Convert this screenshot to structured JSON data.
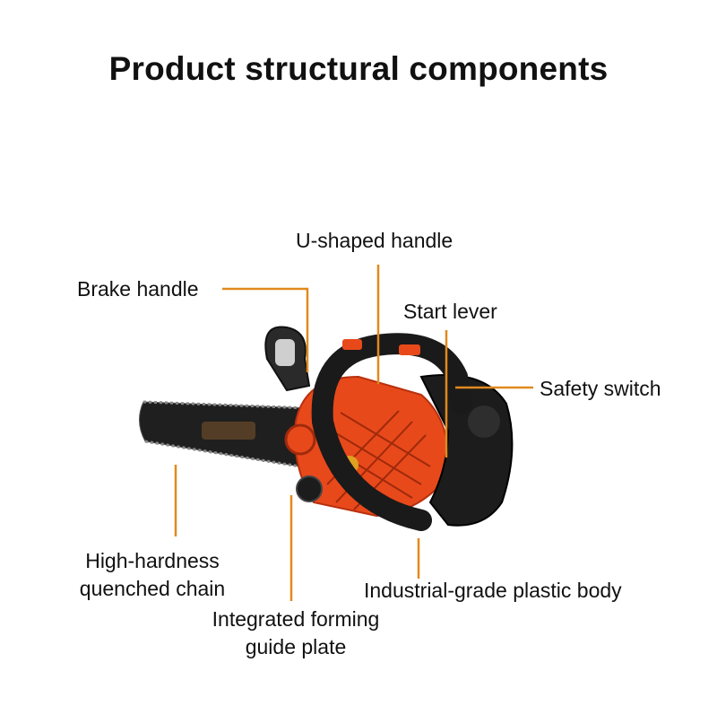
{
  "title": "Product structural components",
  "accent_color": "#e08a1e",
  "body_color": "#e8491b",
  "labels": {
    "u_shaped_handle": "U-shaped handle",
    "brake_handle": "Brake handle",
    "start_lever": "Start lever",
    "safety_switch": "Safety switch",
    "chain_line1": "High-hardness",
    "chain_line2": "quenched chain",
    "guide_line1": "Integrated forming",
    "guide_line2": "guide plate",
    "plastic_body": "Industrial-grade plastic body"
  }
}
